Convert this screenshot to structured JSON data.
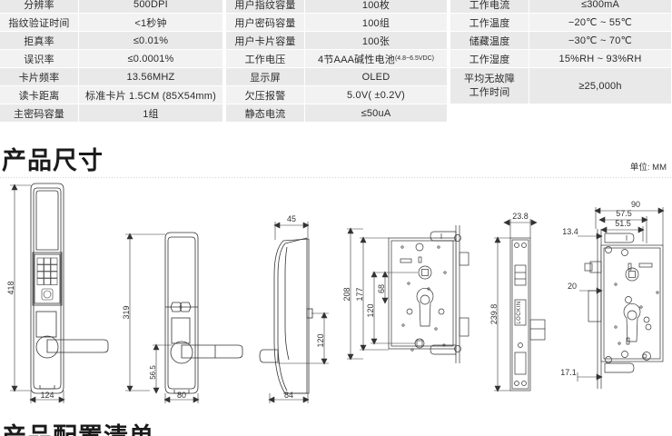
{
  "spec_table": {
    "groups": [
      {
        "name": "fingerprint-and-card-specs",
        "rows": [
          {
            "label": "分辨率",
            "value": "500DPI"
          },
          {
            "label": "指纹验证时间",
            "value": "<1秒钟"
          },
          {
            "label": "拒真率",
            "value": "≤0.01%"
          },
          {
            "label": "误识率",
            "value": "≤0.0001%"
          },
          {
            "label": "卡片频率",
            "value": "13.56MHZ"
          },
          {
            "label": "读卡距离",
            "value": "标准卡片 1.5CM (85X54mm)"
          },
          {
            "label": "主密码容量",
            "value": "1组"
          }
        ]
      },
      {
        "name": "capacity-and-power-specs",
        "rows": [
          {
            "label": "用户指纹容量",
            "value": "100枚"
          },
          {
            "label": "用户密码容量",
            "value": "100组"
          },
          {
            "label": "用户卡片容量",
            "value": "100张"
          },
          {
            "label": "工作电压",
            "value": "4节AAA碱性电池",
            "value_sub": "(4.8~6.5VDC)"
          },
          {
            "label": "显示屏",
            "value": "OLED"
          },
          {
            "label": "欠压报警",
            "value": "5.0V( ±0.2V)"
          },
          {
            "label": "静态电流",
            "value": "≤50uA"
          }
        ]
      },
      {
        "name": "environment-specs",
        "rows": [
          {
            "label": "工作电流",
            "value": "≤300mA"
          },
          {
            "label": "工作温度",
            "value": "−20℃ ~ 55℃"
          },
          {
            "label": "储藏温度",
            "value": "−30℃ ~ 70℃"
          },
          {
            "label": "工作湿度",
            "value": "15%RH ~ 93%RH"
          },
          {
            "label": "平均无故障",
            "label2": "工作时间",
            "value": "≥25,000h",
            "tall": true
          }
        ]
      }
    ]
  },
  "dimensions_section": {
    "title": "产品尺寸",
    "unit_note": "单位: MM"
  },
  "next_section": {
    "title": "产品配置清单"
  },
  "drawings": {
    "front_view": {
      "name": "lock-front-view",
      "height_label": "418",
      "width_label": "124"
    },
    "back_view": {
      "name": "lock-back-view",
      "height_label": "319",
      "handle_label": "56.5",
      "width_label": "80"
    },
    "side_view": {
      "name": "lock-side-view",
      "top_depth_label": "45",
      "handle_height_label": "120",
      "bottom_depth_label": "84"
    },
    "mortise_front": {
      "name": "mortise-front-view",
      "labels": [
        "208",
        "177",
        "68",
        "120"
      ]
    },
    "mortise_faceplate": {
      "name": "mortise-faceplate-view",
      "width_label": "23.8",
      "height_label": "239.8",
      "brand_text": "LOCKIN"
    },
    "mortise_body": {
      "name": "mortise-body-view",
      "labels": [
        "90",
        "57.5",
        "51.5",
        "13.4",
        "20",
        "17.1"
      ]
    }
  },
  "colors": {
    "cell_bg": "#e9e9e9",
    "cell_bg_alt": "#f2f2f2",
    "text": "#2b2b2b",
    "heading": "#1a1a1a",
    "drawing_line": "#333333"
  }
}
